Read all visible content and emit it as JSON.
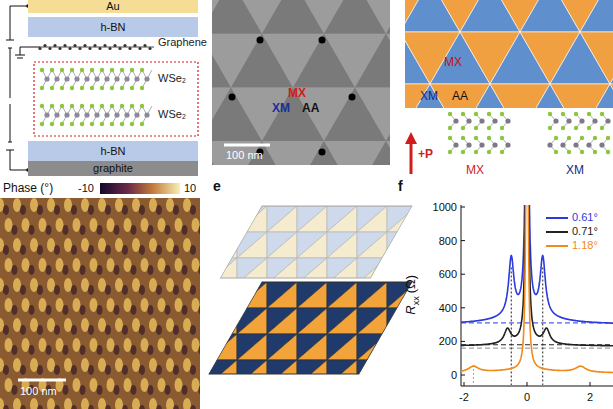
{
  "diagram": {
    "nodes": [
      {
        "text": [
          "Au"
        ]
      },
      {
        "text": [
          "h-BN"
        ]
      },
      {
        "text": [
          "h-BN"
        ]
      },
      {
        "text": [
          "graphite"
        ]
      }
    ],
    "labels": [
      "Graphene",
      "WSe₂",
      "WSe₂",
      "MX",
      "XM",
      "AA",
      "100 nm",
      "MX",
      "XM",
      "AA",
      "+P",
      "MX",
      "XM",
      "Phase (°)",
      "-10",
      "10",
      "100 nm",
      "e",
      "f",
      "R",
      "xx",
      "(Ω)",
      "1000",
      "800",
      "600",
      "400",
      "200",
      "0",
      "-2",
      "0",
      "2"
    ],
    "legend": [
      {
        "text": "0.61°",
        "color": "#2a3adf"
      },
      {
        "text": "0.71°",
        "color": "#222222"
      },
      {
        "text": "1.18°",
        "color": "#f08a1c"
      }
    ]
  }
}
